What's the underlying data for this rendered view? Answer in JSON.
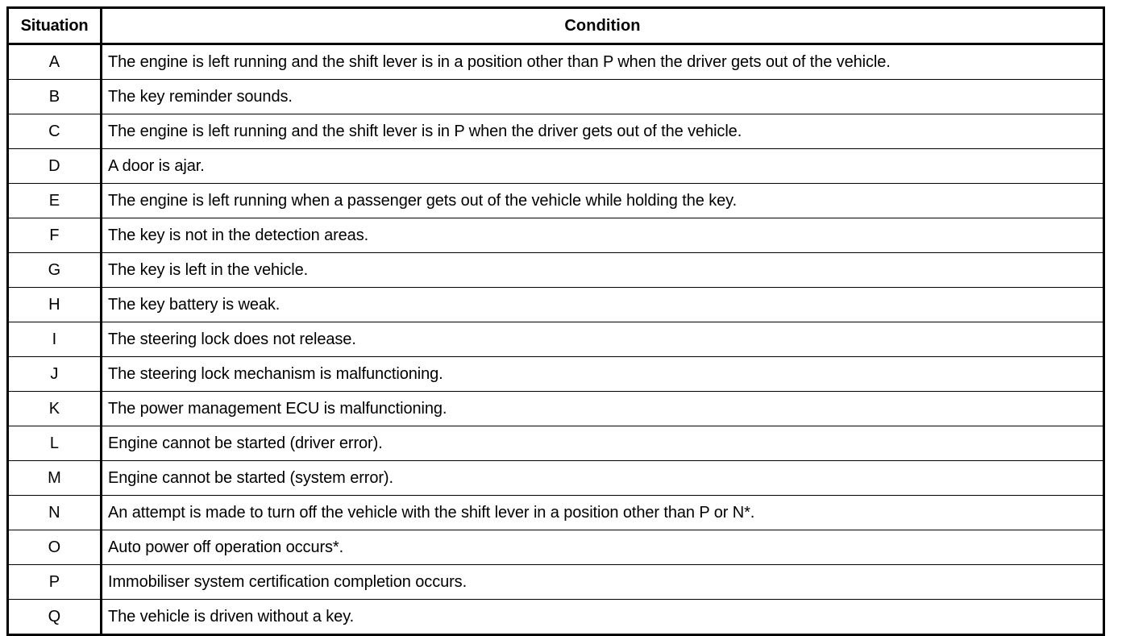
{
  "table": {
    "headers": {
      "situation": "Situation",
      "condition": "Condition"
    },
    "rows": [
      {
        "situation": "A",
        "condition": "The engine is left running and the shift lever is in a position other than P when the driver gets out of the vehicle."
      },
      {
        "situation": "B",
        "condition": "The key reminder sounds."
      },
      {
        "situation": "C",
        "condition": "The engine is left running and the shift lever is in P when the driver gets out of the vehicle."
      },
      {
        "situation": "D",
        "condition": "A door is ajar."
      },
      {
        "situation": "E",
        "condition": "The engine is left running when a passenger gets out of the vehicle while holding the key."
      },
      {
        "situation": "F",
        "condition": "The key is not in the detection areas."
      },
      {
        "situation": "G",
        "condition": "The key is left in the vehicle."
      },
      {
        "situation": "H",
        "condition": "The key battery is weak."
      },
      {
        "situation": "I",
        "condition": "The steering lock does not release."
      },
      {
        "situation": "J",
        "condition": "The steering lock mechanism is malfunctioning."
      },
      {
        "situation": "K",
        "condition": "The power management ECU is malfunctioning."
      },
      {
        "situation": "L",
        "condition": "Engine cannot be started (driver error)."
      },
      {
        "situation": "M",
        "condition": "Engine cannot be started (system error)."
      },
      {
        "situation": "N",
        "condition": "An attempt is made to turn off the vehicle with the shift lever in a position other than P or N*."
      },
      {
        "situation": "O",
        "condition": "Auto power off operation occurs*."
      },
      {
        "situation": "P",
        "condition": "Immobiliser system certification completion occurs."
      },
      {
        "situation": "Q",
        "condition": "The vehicle is driven without a key."
      }
    ]
  },
  "colors": {
    "border": "#000000",
    "background": "#ffffff",
    "text": "#000000"
  }
}
